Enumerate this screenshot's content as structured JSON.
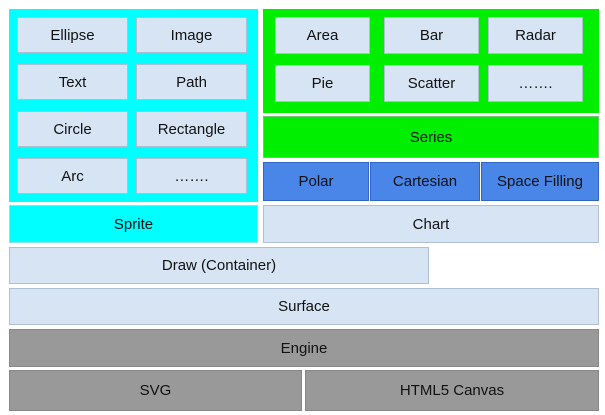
{
  "sprite": {
    "items": [
      "Ellipse",
      "Image",
      "Text",
      "Path",
      "Circle",
      "Rectangle",
      "Arc",
      "……."
    ],
    "label": "Sprite"
  },
  "series": {
    "items": [
      "Area",
      "Bar",
      "Radar",
      "Pie",
      "Scatter",
      "……."
    ],
    "label": "Series"
  },
  "chart": {
    "modes": [
      "Polar",
      "Cartesian",
      "Space Filling"
    ],
    "label": "Chart"
  },
  "stack": {
    "draw_container": "Draw (Container)",
    "surface": "Surface",
    "engine": "Engine",
    "svg": "SVG",
    "html5_canvas": "HTML5 Canvas"
  },
  "colors": {
    "light_blue": "#d6e4f4",
    "cyan": "#00ffff",
    "green": "#00ee00",
    "blue": "#4a86e8",
    "gray": "#999999"
  }
}
